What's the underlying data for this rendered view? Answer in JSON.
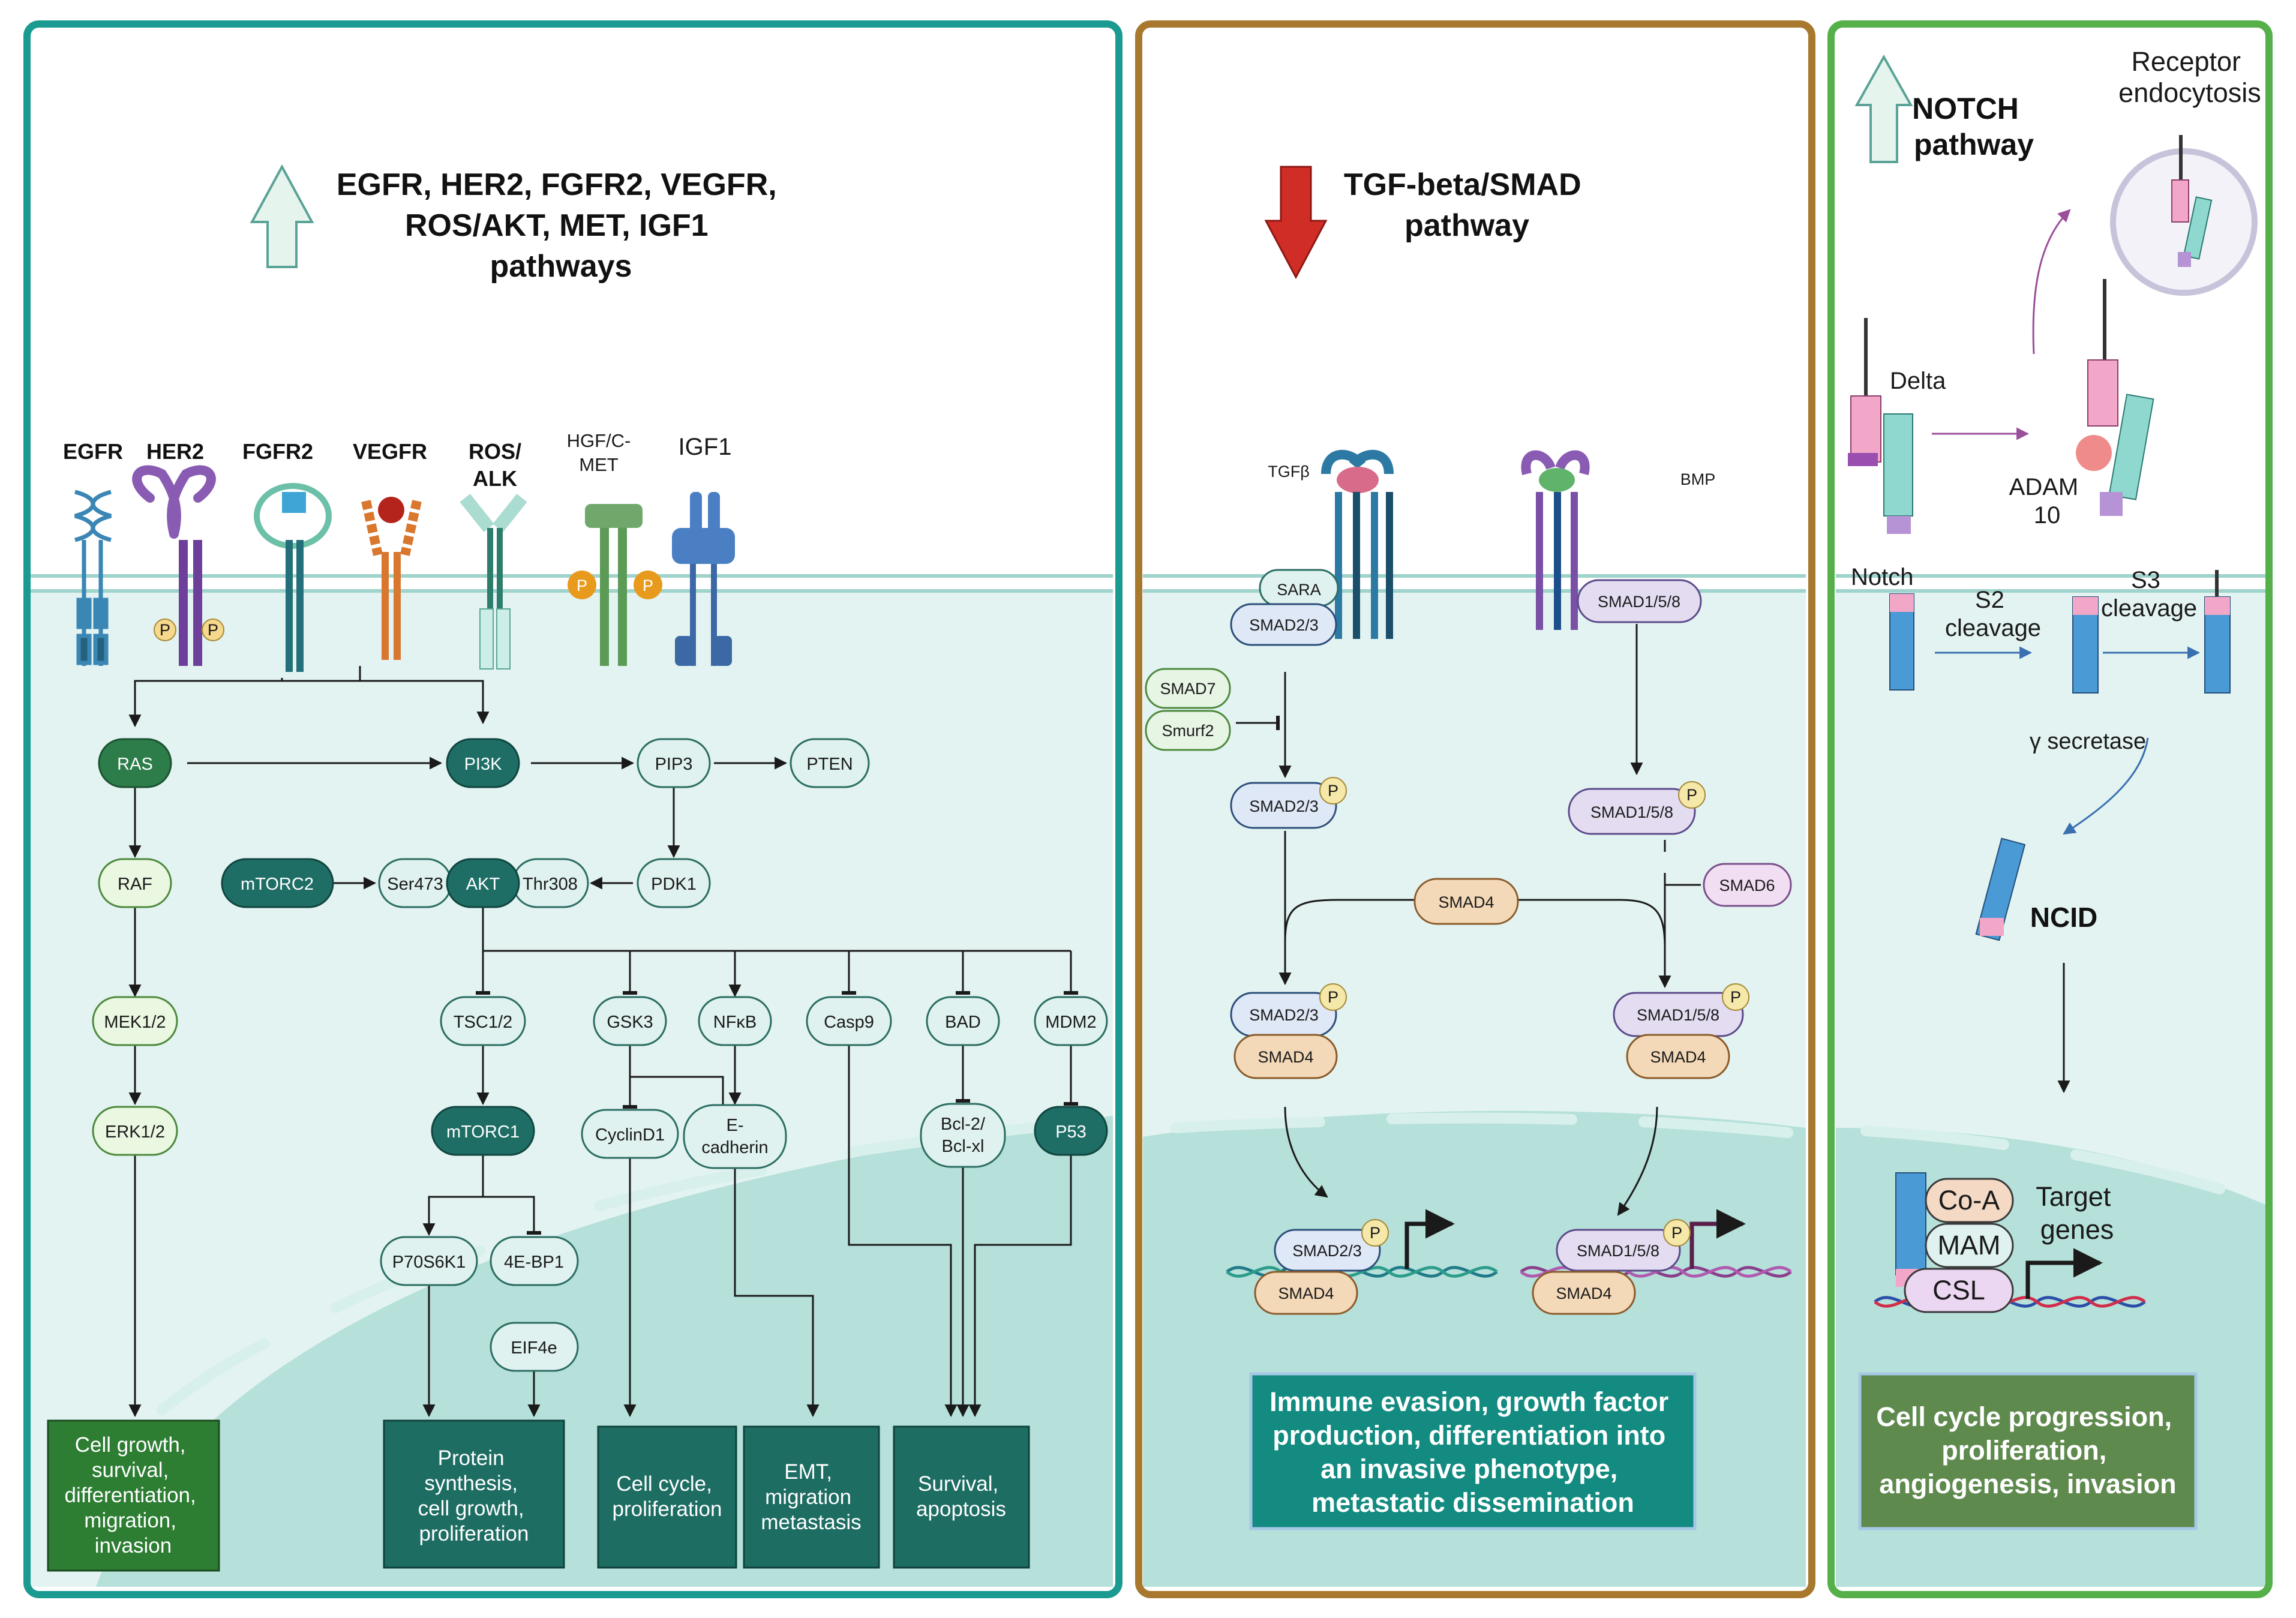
{
  "panel1": {
    "title_lines": [
      "EGFR, HER2, FGFR2, VEGFR,",
      "ROS/AKT, MET, IGF1",
      "pathways"
    ],
    "receptors": {
      "egfr": "EGFR",
      "her2": "HER2",
      "fgfr2": "FGFR2",
      "vegfr": "VEGFR",
      "ros_1": "ROS/",
      "ros_2": "ALK",
      "hgf_1": "HGF/C-",
      "hgf_2": "MET",
      "igf1": "IGF1"
    },
    "phospho": "P",
    "nodes": {
      "ras": "RAS",
      "pi3k": "PI3K",
      "pip3": "PIP3",
      "pten": "PTEN",
      "raf": "RAF",
      "mtorc2": "mTORC2",
      "ser473": "Ser473",
      "akt": "AKT",
      "thr308": "Thr308",
      "pdk1": "PDK1",
      "mek": "MEK1/2",
      "erk": "ERK1/2",
      "tsc": "TSC1/2",
      "gsk3": "GSK3",
      "nfkb": "NFκB",
      "casp9": "Casp9",
      "bad": "BAD",
      "mdm2": "MDM2",
      "mtorc1": "mTORC1",
      "cyclind1": "CyclinD1",
      "ecad_1": "E-",
      "ecad_2": "cadherin",
      "bcl_1": "Bcl-2/",
      "bcl_2": "Bcl-xl",
      "p53": "P53",
      "p70": "P70S6K1",
      "ebp1": "4E-BP1",
      "eif4e": "EIF4e"
    },
    "outcomes": {
      "o1": [
        "Cell growth,",
        "survival,",
        "differentiation,",
        "migration,",
        "invasion"
      ],
      "o2": [
        "Protein",
        "synthesis,",
        "cell growth,",
        "proliferation"
      ],
      "o3": [
        "Cell cycle,",
        "proliferation"
      ],
      "o4": [
        "EMT,",
        "migration",
        "metastasis"
      ],
      "o5": [
        "Survival,",
        "apoptosis"
      ]
    }
  },
  "panel2": {
    "title_lines": [
      "TGF-beta/SMAD",
      "pathway"
    ],
    "tgfb": "TGFβ",
    "bmp": "BMP",
    "nodes": {
      "sara": "SARA",
      "smad23": "SMAD2/3",
      "smad7": "SMAD7",
      "smurf2": "Smurf2",
      "smad158": "SMAD1/5/8",
      "smad4": "SMAD4",
      "smad6": "SMAD6"
    },
    "phospho": "P",
    "outcome": [
      "Immune evasion, growth factor",
      "production, differentiation into",
      "an invasive phenotype,",
      "metastatic dissemination"
    ]
  },
  "panel3": {
    "title_lines": [
      "NOTCH",
      "pathway"
    ],
    "receptor_endo": [
      "Receptor",
      "endocytosis"
    ],
    "delta": "Delta",
    "notch": "Notch",
    "adam": [
      "ADAM",
      "10"
    ],
    "s2": [
      "S2",
      "cleavage"
    ],
    "s3": [
      "S3",
      "cleavage"
    ],
    "gamma": "γ secretase",
    "ncid": "NCID",
    "coa": "Co-A",
    "mam": "MAM",
    "csl": "CSL",
    "target": [
      "Target",
      "genes"
    ],
    "outcome": [
      "Cell cycle progression,",
      "proliferation,",
      "angiogenesis, invasion"
    ]
  },
  "colors": {
    "teal_border": "#1a9a90",
    "brown_border": "#a8782e",
    "green_border": "#55b04a",
    "cell_bg": "#e3f3f1",
    "nucleus": "#b6e0da",
    "up_arrow": "#e6f4ee",
    "down_arrow": "#d12d27",
    "dark_teal": "#1f6e66",
    "out_teal": "#1e8b80",
    "out_green": "#2d7d33",
    "out_olive": "#5f8a4e"
  }
}
